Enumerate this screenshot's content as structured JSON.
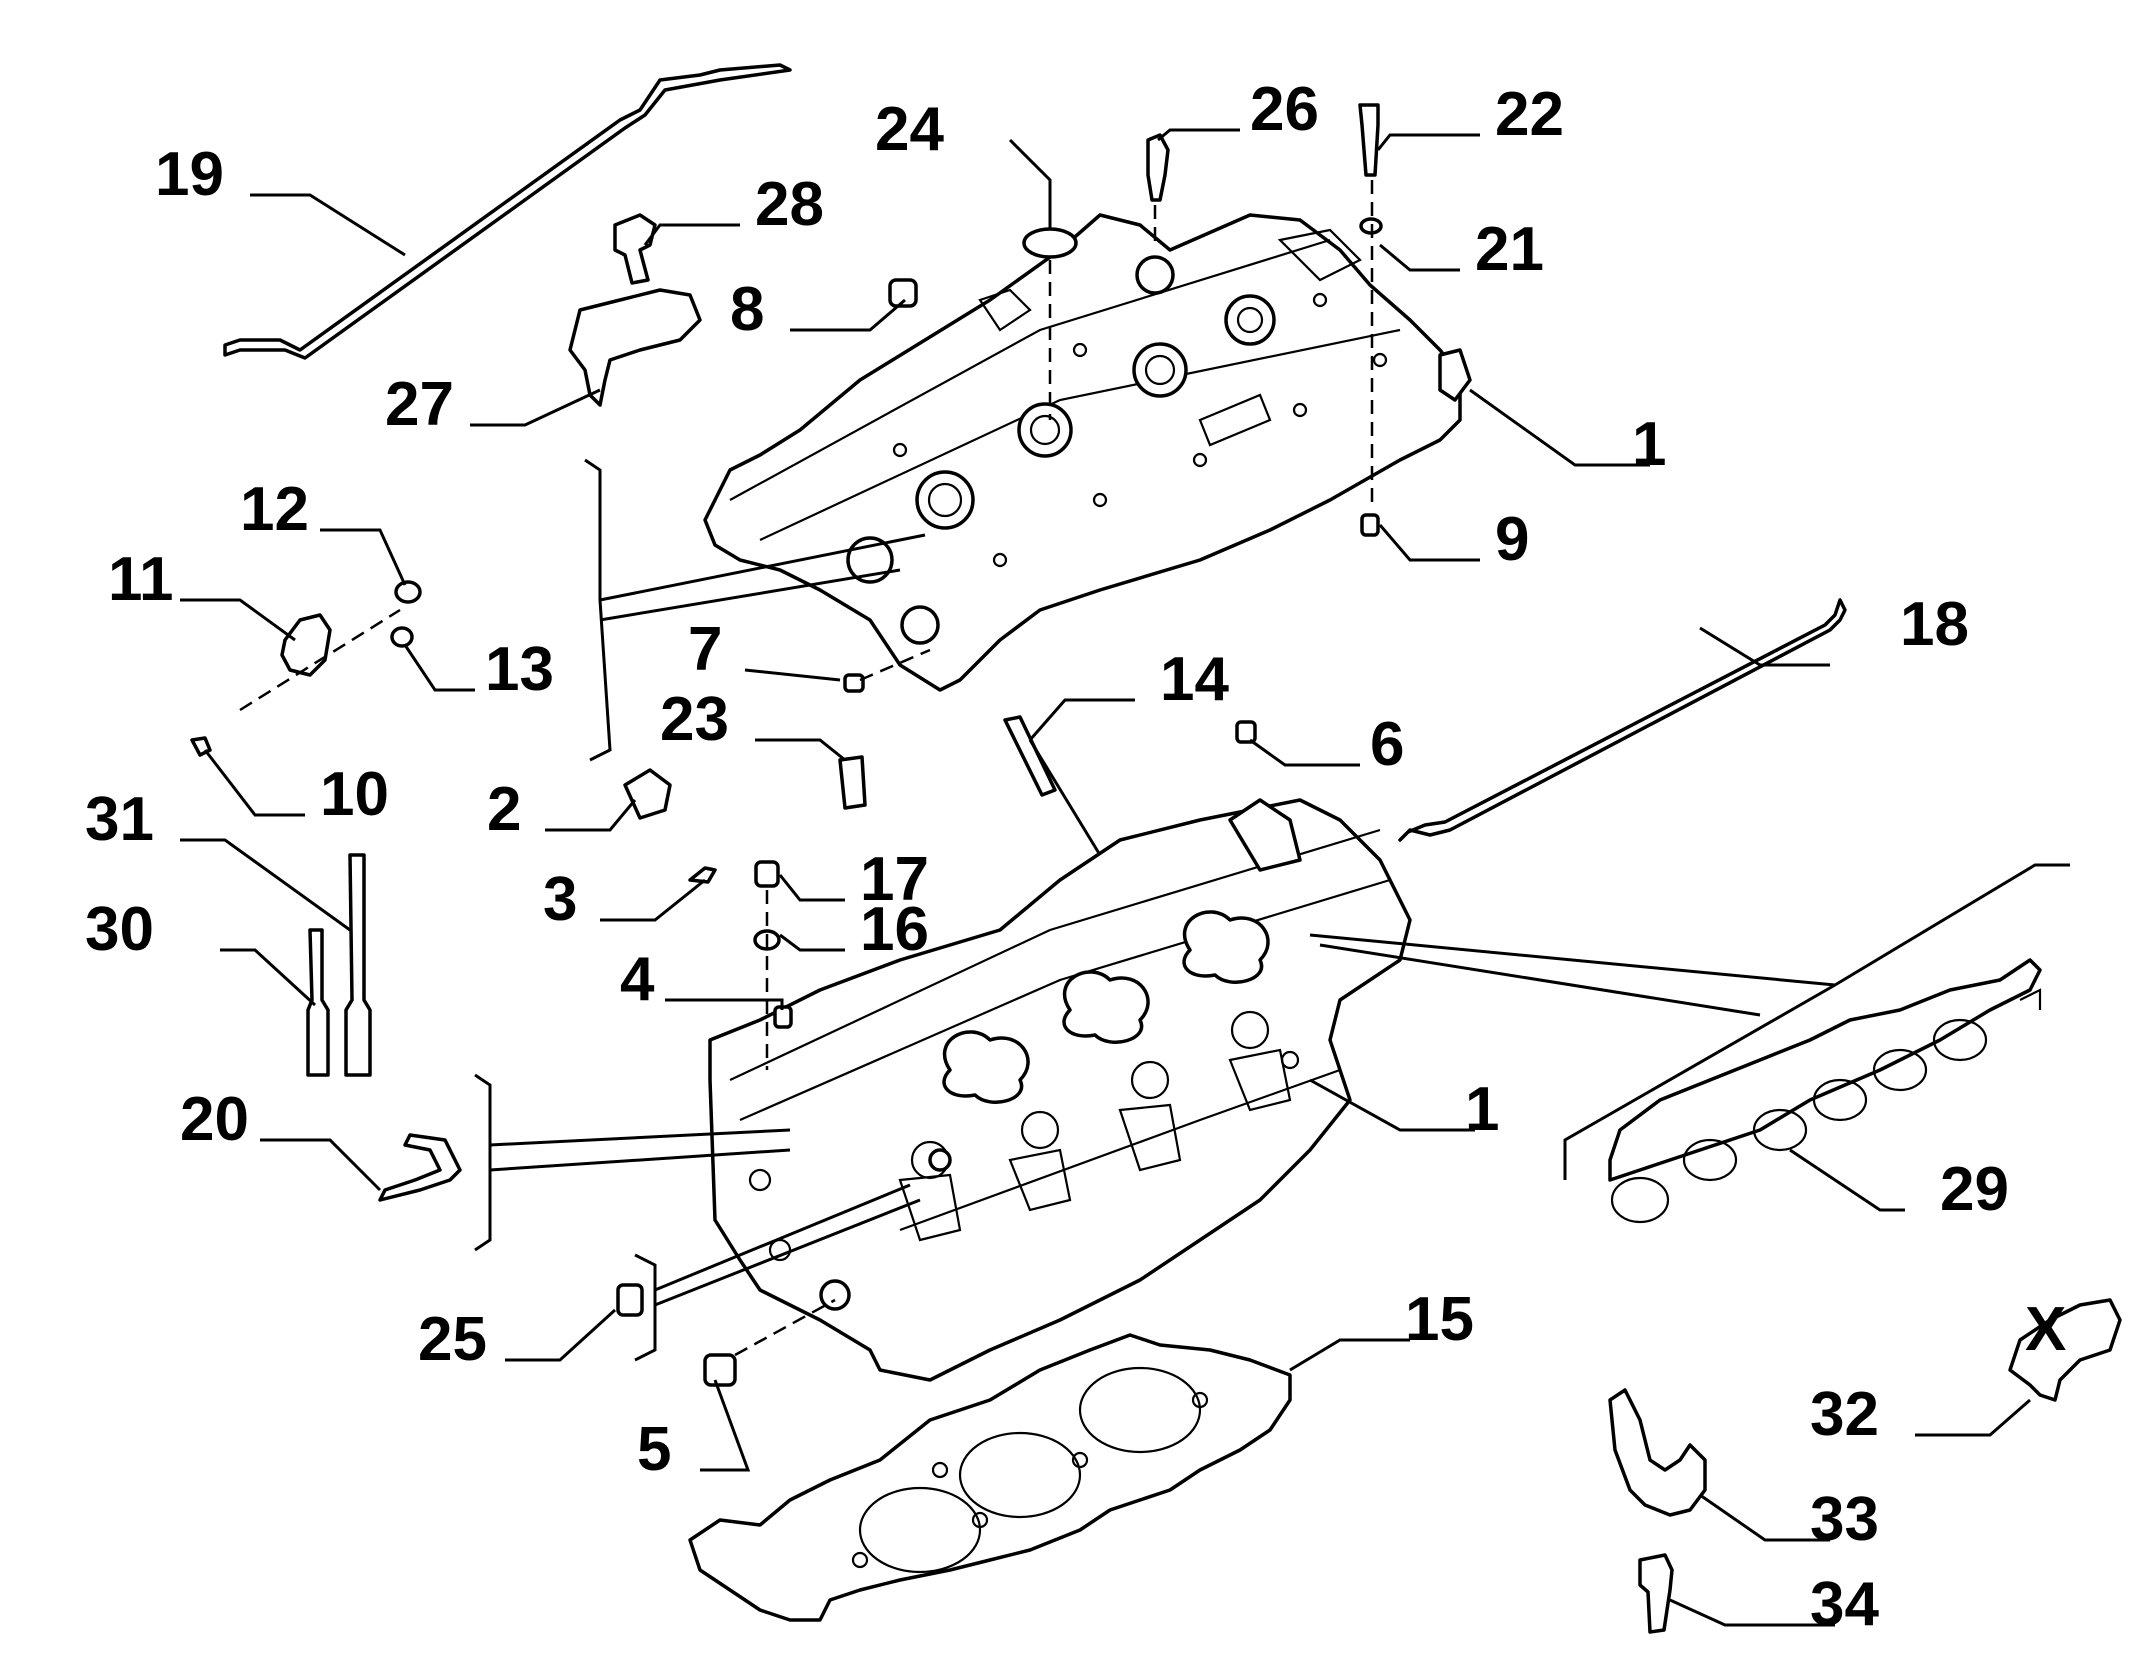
{
  "callouts": [
    {
      "id": "c1a",
      "label": "1"
    },
    {
      "id": "c1b",
      "label": "1"
    },
    {
      "id": "c2",
      "label": "2"
    },
    {
      "id": "c3",
      "label": "3"
    },
    {
      "id": "c4",
      "label": "4"
    },
    {
      "id": "c5",
      "label": "5"
    },
    {
      "id": "c6",
      "label": "6"
    },
    {
      "id": "c7",
      "label": "7"
    },
    {
      "id": "c8",
      "label": "8"
    },
    {
      "id": "c9",
      "label": "9"
    },
    {
      "id": "c10",
      "label": "10"
    },
    {
      "id": "c11",
      "label": "11"
    },
    {
      "id": "c12",
      "label": "12"
    },
    {
      "id": "c13",
      "label": "13"
    },
    {
      "id": "c14",
      "label": "14"
    },
    {
      "id": "c15",
      "label": "15"
    },
    {
      "id": "c16",
      "label": "16"
    },
    {
      "id": "c17",
      "label": "17"
    },
    {
      "id": "c18",
      "label": "18"
    },
    {
      "id": "c19",
      "label": "19"
    },
    {
      "id": "c20",
      "label": "20"
    },
    {
      "id": "c21",
      "label": "21"
    },
    {
      "id": "c22",
      "label": "22"
    },
    {
      "id": "c23",
      "label": "23"
    },
    {
      "id": "c24",
      "label": "24"
    },
    {
      "id": "c25",
      "label": "25"
    },
    {
      "id": "c26",
      "label": "26"
    },
    {
      "id": "c27",
      "label": "27"
    },
    {
      "id": "c28",
      "label": "28"
    },
    {
      "id": "c29",
      "label": "29"
    },
    {
      "id": "c30",
      "label": "30"
    },
    {
      "id": "c31",
      "label": "31"
    },
    {
      "id": "c32",
      "label": "32"
    },
    {
      "id": "c33",
      "label": "33"
    },
    {
      "id": "c34",
      "label": "34"
    },
    {
      "id": "cX",
      "label": "X"
    }
  ]
}
